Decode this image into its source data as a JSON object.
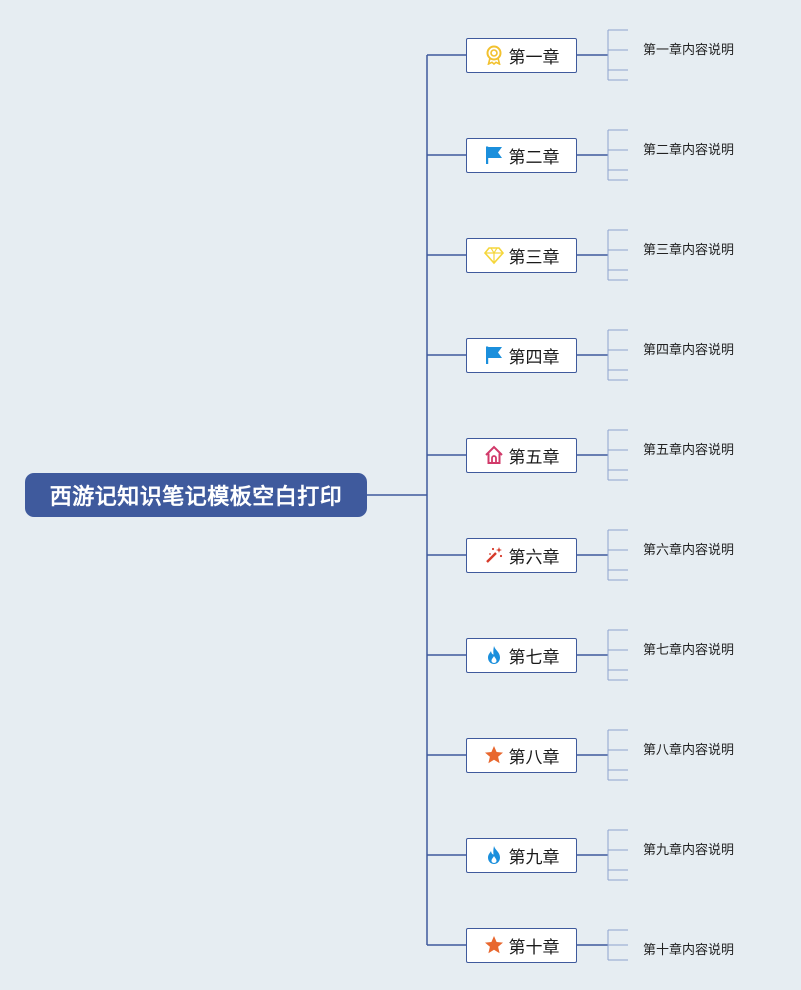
{
  "title": "西游记知识笔记模板空白打印",
  "colors": {
    "root_fill": "#3f5a9d",
    "trunk_line": "#3f5a9d",
    "branch_line": "#8fa3cf",
    "background": "#e6edf2"
  },
  "chapters": [
    {
      "label": "第一章",
      "icon": "award-ribbon-icon",
      "icon_color": "#f2c12e",
      "description": "第一章内容说明"
    },
    {
      "label": "第二章",
      "icon": "flag-icon",
      "icon_color": "#1b8fdc",
      "description": "第二章内容说明"
    },
    {
      "label": "第三章",
      "icon": "diamond-icon",
      "icon_color": "#f5d63a",
      "description": "第三章内容说明"
    },
    {
      "label": "第四章",
      "icon": "flag-icon",
      "icon_color": "#1b8fdc",
      "description": "第四章内容说明"
    },
    {
      "label": "第五章",
      "icon": "home-icon",
      "icon_color": "#d13a6a",
      "description": "第五章内容说明"
    },
    {
      "label": "第六章",
      "icon": "magic-wand-icon",
      "icon_color": "#d63a2a",
      "description": "第六章内容说明"
    },
    {
      "label": "第七章",
      "icon": "fire-icon",
      "icon_color": "#1b8fdc",
      "description": "第七章内容说明"
    },
    {
      "label": "第八章",
      "icon": "star-icon",
      "icon_color": "#e8672e",
      "description": "第八章内容说明"
    },
    {
      "label": "第九章",
      "icon": "fire-icon",
      "icon_color": "#1b8fdc",
      "description": "第九章内容说明"
    },
    {
      "label": "第十章",
      "icon": "star-icon",
      "icon_color": "#e8672e",
      "description": "第十章内容说明"
    }
  ]
}
